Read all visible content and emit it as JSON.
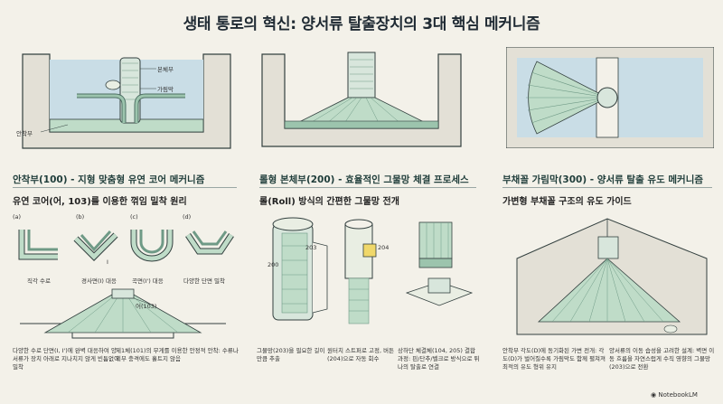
{
  "title": "생태 통로의 혁신: 양서류 탈출장치의 3대 핵심 메커니즘",
  "top_panel1": {
    "label_body": "본체부",
    "label_mesh": "가림막",
    "label_anchor": "안착부"
  },
  "section1": {
    "heading": "안착부(100) - 지형 맞춤형 유연 코어 메커니즘",
    "subheading": "유연 코어(어, 103)를 이용한 꺾임 밀착 원리",
    "variants": [
      {
        "letter": "(a)",
        "caption": "직각 수로"
      },
      {
        "letter": "(b)",
        "caption": "경사면(I) 대응",
        "extra": "I"
      },
      {
        "letter": "(c)",
        "caption": "곡면(I') 대응"
      },
      {
        "letter": "(d)",
        "caption": "다양한 단면 밀착"
      }
    ],
    "core_label": "어(103)",
    "note_left": "다양한 수로 단면(I, I')에 완벽 대응하여 양서류가 장치 아래로 지나치지 않게 빈틈없이 밀착",
    "note_right": "제1체(101)의 무게를 이용한 안정적 안착: 수류나 외부 충격에도 흘트지 않음"
  },
  "section2": {
    "heading": "롤형 본체부(200) - 효율적인 그물망 체결 프로세스",
    "subheading": "롤(Roll) 방식의 간편한 그물망 전개",
    "label_203": "203",
    "label_200": "200",
    "label_204": "204",
    "note_left": "그물망(203)을 필요한 길이만큼 추출",
    "note_mid": "원터치 스트퍼로 고정, 버튼(204)으로 자동 회수",
    "note_right": "상하단 체결체(104, 205) 결합 과정: 핀/단추/벨크로 방식으로 튀나의 탈출로 연결"
  },
  "section3": {
    "heading": "부채꼴 가림막(300) - 양서류 탈출 유도 메커니즘",
    "subheading": "가변형 부채꼴 구조의 유도 가이드",
    "note_left": "안착부 각도(D)에 동기화된 가변 전개: 각도(D)가 벌어질수록 가림막도 함께 펼쳐져 최적의 유도 형위 유지",
    "note_right": "양서류의 이동 습성을 고려한 설계: 벽면 이동 흐름을 자연스럽게 수직 영향의 그물망(203)으로 전환"
  },
  "footer": {
    "brand": "NotebookLM"
  },
  "colors": {
    "mint": "#bfdcc8",
    "mesh": "#6f9a86",
    "ink": "#1f2a33",
    "water": "#c9dde6",
    "concrete": "#e3e0d6"
  }
}
